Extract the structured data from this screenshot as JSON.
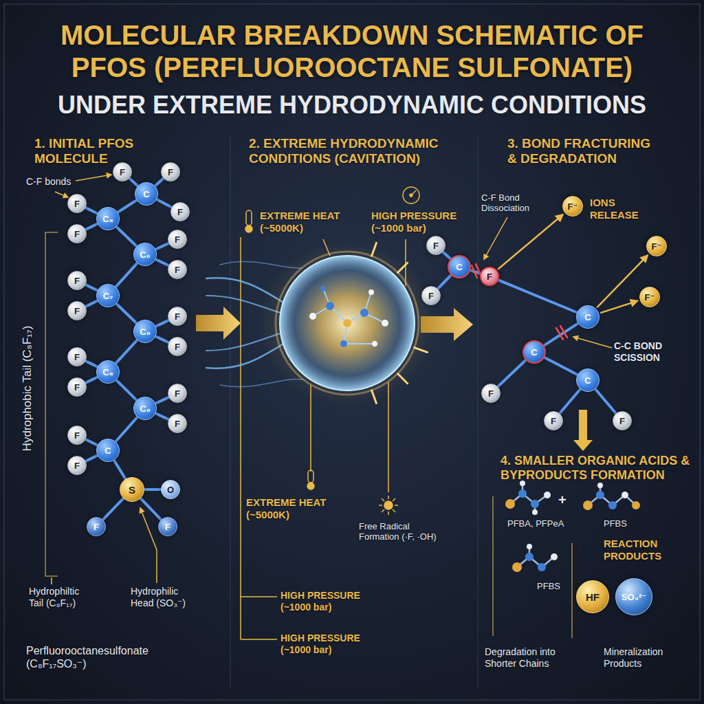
{
  "diagram": {
    "title": "MOLECULAR BREAKDOWN SCHEMATIC OF PFOS (PERFLUOROOCTANE SULFONATE)",
    "nodes": [
      {
        "text": [
          "F"
        ]
      },
      {
        "text": [
          "F"
        ]
      },
      {
        "text": [
          "C"
        ]
      },
      {
        "text": [
          "F"
        ]
      },
      {
        "text": [
          "F"
        ]
      },
      {
        "text": [
          "C₈"
        ]
      },
      {
        "text": [
          "F"
        ]
      },
      {
        "text": [
          "F"
        ]
      },
      {
        "text": [
          "C₆"
        ]
      },
      {
        "text": [
          "F"
        ]
      },
      {
        "text": [
          "F"
        ]
      },
      {
        "text": [
          "C₇"
        ]
      },
      {
        "text": [
          "F"
        ]
      },
      {
        "text": [
          "F"
        ]
      },
      {
        "text": [
          "C₈"
        ]
      },
      {
        "text": [
          "F"
        ]
      },
      {
        "text": [
          "F"
        ]
      },
      {
        "text": [
          "C₈"
        ]
      },
      {
        "text": [
          "F"
        ]
      },
      {
        "text": [
          "F"
        ]
      },
      {
        "text": [
          "C₈"
        ]
      },
      {
        "text": [
          "F"
        ]
      },
      {
        "text": [
          "F"
        ]
      },
      {
        "text": [
          "C"
        ]
      },
      {
        "text": [
          "F"
        ]
      },
      {
        "text": [
          "S"
        ]
      },
      {
        "text": [
          "O"
        ]
      },
      {
        "text": [
          "F"
        ]
      },
      {
        "text": [
          "F"
        ]
      },
      {
        "text": [
          "F"
        ]
      },
      {
        "text": [
          "C"
        ]
      },
      {
        "text": [
          "F"
        ]
      },
      {
        "text": [
          "F"
        ]
      },
      {
        "text": [
          "C"
        ]
      },
      {
        "text": [
          "C"
        ]
      },
      {
        "text": [
          "C"
        ]
      },
      {
        "text": [
          "F"
        ]
      },
      {
        "text": [
          "F"
        ]
      },
      {
        "text": [
          "F"
        ]
      },
      {
        "text": [
          "F⁻"
        ]
      },
      {
        "text": [
          "F⁻"
        ]
      },
      {
        "text": [
          "F⁻"
        ]
      },
      {
        "text": [
          "HF"
        ]
      },
      {
        "text": [
          "SO₄²⁻"
        ]
      }
    ],
    "edges": [
      {
        "from": 2,
        "to": 0,
        "arrow": "none"
      },
      {
        "from": 2,
        "to": 1,
        "arrow": "none"
      },
      {
        "from": 2,
        "to": 3,
        "arrow": "none"
      },
      {
        "from": 2,
        "to": 5,
        "arrow": "none"
      },
      {
        "from": 5,
        "to": 4,
        "arrow": "none"
      },
      {
        "from": 5,
        "to": 6,
        "arrow": "none"
      },
      {
        "from": 5,
        "to": 8,
        "arrow": "none"
      },
      {
        "from": 8,
        "to": 7,
        "arrow": "none"
      },
      {
        "from": 8,
        "to": 9,
        "arrow": "none"
      },
      {
        "from": 8,
        "to": 11,
        "arrow": "none"
      },
      {
        "from": 11,
        "to": 10,
        "arrow": "none"
      },
      {
        "from": 11,
        "to": 12,
        "arrow": "none"
      },
      {
        "from": 11,
        "to": 14,
        "arrow": "none"
      },
      {
        "from": 14,
        "to": 13,
        "arrow": "none"
      },
      {
        "from": 14,
        "to": 15,
        "arrow": "none"
      },
      {
        "from": 14,
        "to": 17,
        "arrow": "none"
      },
      {
        "from": 17,
        "to": 16,
        "arrow": "none"
      },
      {
        "from": 17,
        "to": 18,
        "arrow": "none"
      },
      {
        "from": 17,
        "to": 20,
        "arrow": "none"
      },
      {
        "from": 20,
        "to": 19,
        "arrow": "none"
      },
      {
        "from": 20,
        "to": 21,
        "arrow": "none"
      },
      {
        "from": 20,
        "to": 23,
        "arrow": "none"
      },
      {
        "from": 23,
        "to": 22,
        "arrow": "none"
      },
      {
        "from": 23,
        "to": 24,
        "arrow": "none"
      },
      {
        "from": 23,
        "to": 25,
        "arrow": "none"
      },
      {
        "from": 25,
        "to": 26,
        "arrow": "none"
      },
      {
        "from": 25,
        "to": 27,
        "arrow": "none"
      },
      {
        "from": 25,
        "to": 28,
        "arrow": "none"
      },
      {
        "from": 30,
        "to": 29,
        "arrow": "none"
      },
      {
        "from": 30,
        "to": 31,
        "arrow": "none"
      },
      {
        "from": 30,
        "to": 32,
        "arrow": "none"
      },
      {
        "from": 31,
        "to": 33,
        "arrow": "none"
      },
      {
        "from": 33,
        "to": 34,
        "arrow": "none"
      },
      {
        "from": 34,
        "to": 36,
        "arrow": "none"
      },
      {
        "from": 34,
        "to": 35,
        "arrow": "none"
      },
      {
        "from": 35,
        "to": 37,
        "arrow": "none"
      },
      {
        "from": 35,
        "to": 38,
        "arrow": "none"
      },
      {
        "from": 31,
        "to": 39,
        "arrow": "to"
      },
      {
        "from": 33,
        "to": 40,
        "arrow": "to"
      },
      {
        "from": 33,
        "to": 41,
        "arrow": "to"
      }
    ],
    "labels": [
      "UNDER EXTREME HYDRODYNAMIC CONDITIONS",
      "1. INITIAL PFOS MOLECULE",
      "C-F bonds",
      "Hydrophobic Tail (C₈F₁₇)",
      "Hydrophiltic Tail (C₈F₁₇)",
      "Hydrophilic Head (SO₃⁻)",
      "Perfluorooctanesulfonate (C₈F₁₇SO₃⁻)",
      "2. EXTREME HYDRODYNAMIC CONDITIONS (CAVITATION)",
      "EXTREME HEAT (~5000K)",
      "HIGH PRESSURE (~1000 bar)",
      "EXTREME HEAT (~5000K)",
      "Free Radical Formation (·F, ·OH)",
      "HIGH PRESSURE (~1000 bar)",
      "HIGH PRESSURE (~1000 bar)",
      "3. BOND FRACTURING & DEGRADATION",
      "C-F Bond Dissociation",
      "IONS RELEASE",
      "C-C BOND SCISSION",
      "4. SMALLER ORGANIC ACIDS & BYPRODUCTS FORMATION",
      "PFBA, PFPeA",
      "+",
      "PFBS",
      "PFBS",
      "REACTION PRODUCTS",
      "Degradation into Shorter Chains",
      "Mineralization Products"
    ]
  }
}
